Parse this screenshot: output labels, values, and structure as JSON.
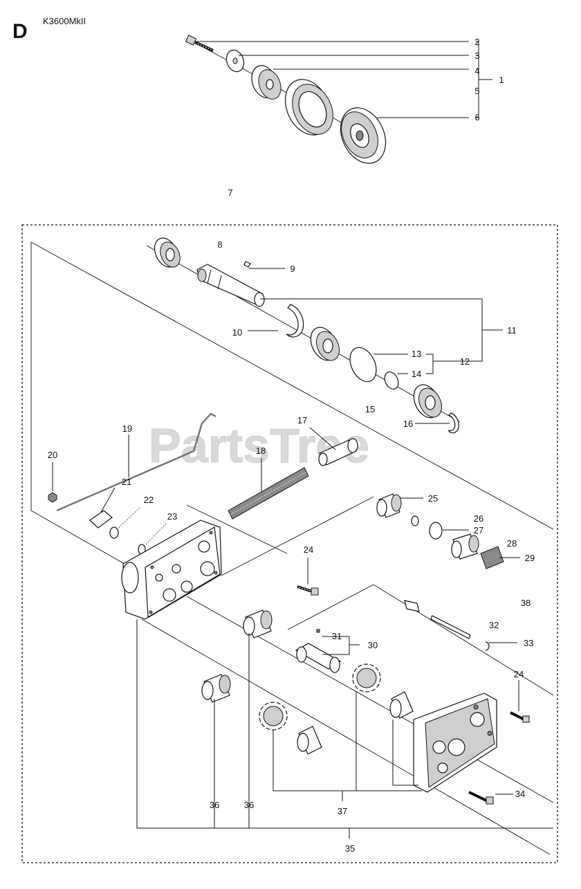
{
  "header": {
    "section_letter": "D",
    "model": "K3600MkII"
  },
  "watermark": "PartsTree",
  "callouts": [
    "2",
    "3",
    "4",
    "5",
    "6",
    "1",
    "7",
    "8",
    "9",
    "10",
    "11",
    "12",
    "13",
    "14",
    "15",
    "16",
    "17",
    "18",
    "19",
    "20",
    "21",
    "22",
    "23",
    "24",
    "25",
    "26",
    "27",
    "28",
    "29",
    "24",
    "30",
    "31",
    "32",
    "33",
    "34",
    "35",
    "36",
    "36",
    "37",
    "38"
  ],
  "colors": {
    "line": "#111111",
    "frame_dash": "#111111",
    "watermark": "#d9d9d9",
    "background": "#ffffff"
  }
}
